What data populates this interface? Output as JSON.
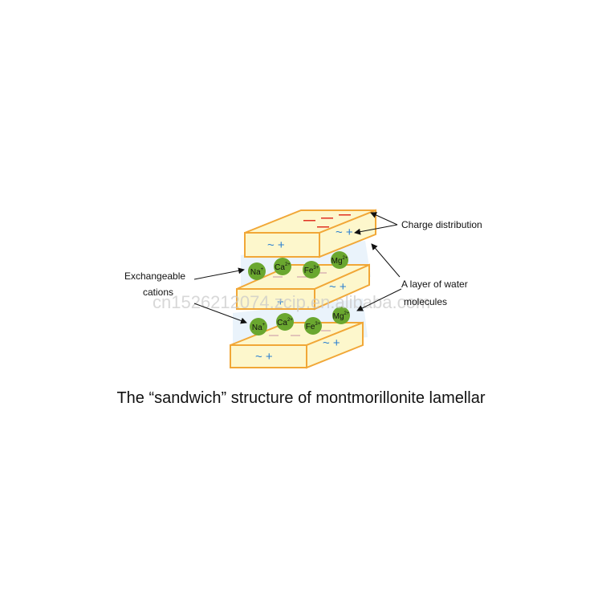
{
  "labels": {
    "charge_distribution": "Charge distribution",
    "exchangeable_1": "Exchangeable",
    "exchangeable_2": "cations",
    "water_1": "A layer of water",
    "water_2": "molecules",
    "watermark": "cn1526212074.zcip.en.alibaba.com"
  },
  "caption": "The “sandwich” structure of montmorillonite lamellar",
  "slab_signs": {
    "negative": "—",
    "tilde_plus": "~ +",
    "plus": "+"
  },
  "cations_row_1": [
    {
      "symbol": "Na",
      "charge": "+"
    },
    {
      "symbol": "Ca",
      "charge": "2+"
    },
    {
      "symbol": "Fe",
      "charge": "3+"
    },
    {
      "symbol": "Mg",
      "charge": "2+"
    }
  ],
  "cations_row_2": [
    {
      "symbol": "Na",
      "charge": "+"
    },
    {
      "symbol": "Ca",
      "charge": "2+"
    },
    {
      "symbol": "Fe",
      "charge": "3+"
    },
    {
      "symbol": "Mg",
      "charge": "2+"
    }
  ],
  "colors": {
    "slab_fill": "#fdf7cc",
    "slab_edge": "#f1a737",
    "water": "#d9e9f7",
    "cation_fill": "#6aa72f",
    "plus_sign": "#2a7fd0",
    "minus_sign": "#e02e1e"
  }
}
